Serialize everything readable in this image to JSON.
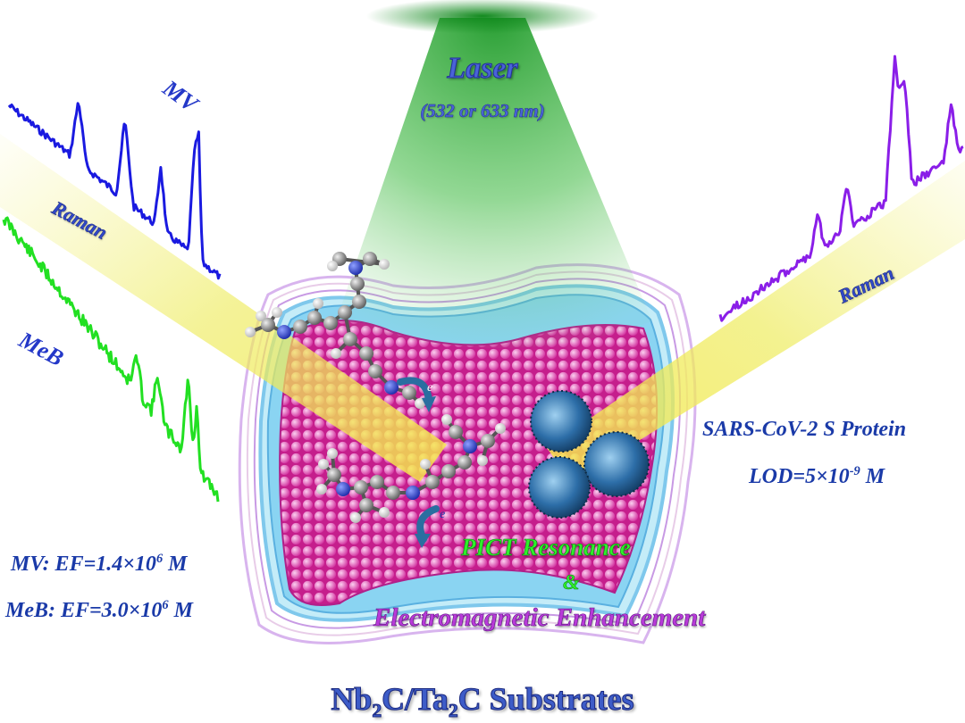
{
  "labels": {
    "laser": "Laser",
    "laser_wavelength": "(532 or 633 nm)",
    "mv": "MV",
    "raman_left": "Raman",
    "meb": "MeB",
    "raman_right": "Raman",
    "sars": "SARS-CoV-2 S Protein",
    "lod_prefix": "LOD=5×10",
    "lod_exp": "-9",
    "lod_suffix": " M",
    "mv_ef_prefix": "MV: EF=1.4×10",
    "mv_ef_exp": "6",
    "mv_ef_suffix": " M",
    "meb_ef_prefix": "MeB: EF=3.0×10",
    "meb_ef_exp": "6",
    "meb_ef_suffix": " M",
    "pict": "PICT Resonance",
    "amp": "&",
    "em": "Electromagnetic Enhancement",
    "substrate_a": "Nb",
    "substrate_a_sub": "2",
    "substrate_b": "C/Ta",
    "substrate_b_sub": "2",
    "substrate_c": "C Substrates"
  },
  "electron_symbol": "e",
  "colors": {
    "mv_spectrum": "#1a1ae0",
    "meb_spectrum": "#22e022",
    "sars_spectrum": "#8a1ee8",
    "laser_beam": "#33aa33",
    "raman_beam": "#f2f07a",
    "lattice": "#e040b0",
    "substrate_rim": "#9ad8f0"
  }
}
